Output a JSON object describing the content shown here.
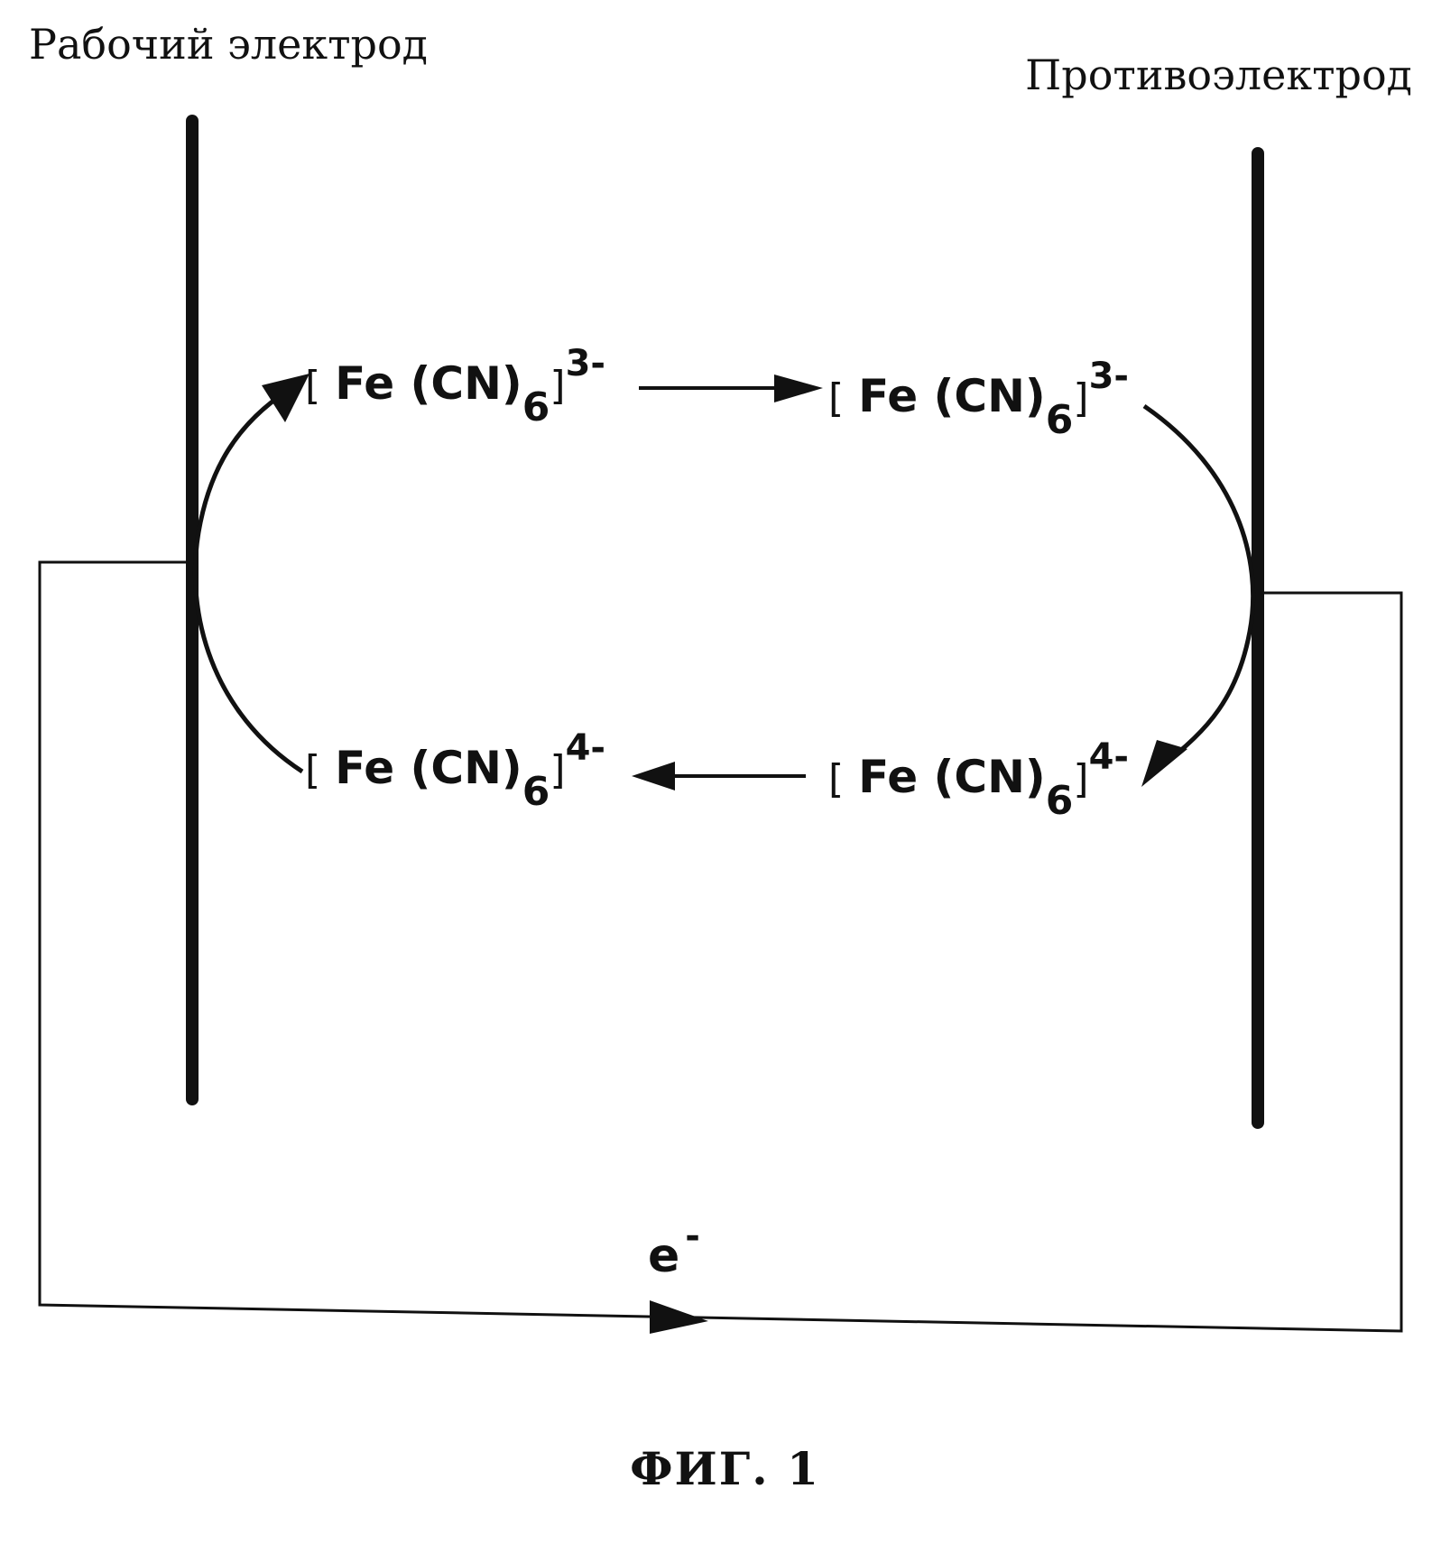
{
  "labels": {
    "working_electrode": "Рабочий электрод",
    "counter_electrode": "Противоэлектрод",
    "figure_caption": "ФИГ. 1"
  },
  "complexes": {
    "top_left": {
      "core": "Fe (CN)",
      "subscript": "6",
      "charge": "3-"
    },
    "top_right": {
      "core": "Fe (CN)",
      "subscript": "6",
      "charge": "3-"
    },
    "bottom_left": {
      "core": "Fe (CN)",
      "subscript": "6",
      "charge": "4-"
    },
    "bottom_right": {
      "core": "Fe (CN)",
      "subscript": "6",
      "charge": "4-"
    }
  },
  "electron": {
    "symbol": "e",
    "charge": "-"
  },
  "colors": {
    "ink": "#111111",
    "background": "#ffffff"
  }
}
